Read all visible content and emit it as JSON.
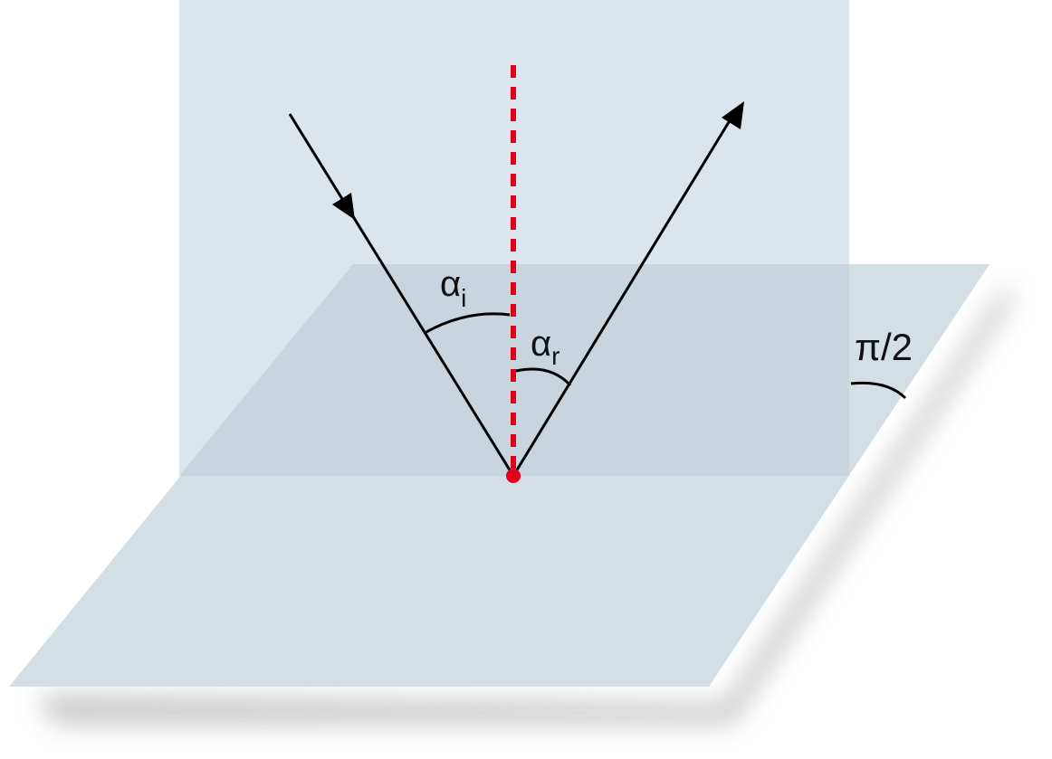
{
  "labels": {
    "incidence_angle": {
      "symbol": "α",
      "subscript": "i"
    },
    "reflection_angle": {
      "symbol": "α",
      "subscript": "r"
    },
    "plane_angle": "π/2"
  },
  "colors": {
    "vertical_plane": "#dde5ec",
    "horizontal_plane": "#c9d6df",
    "overlap_region": "#c4d0da",
    "normal_line": "#e0001b",
    "rays": "#000000",
    "shadow": "#9a9a9a"
  }
}
